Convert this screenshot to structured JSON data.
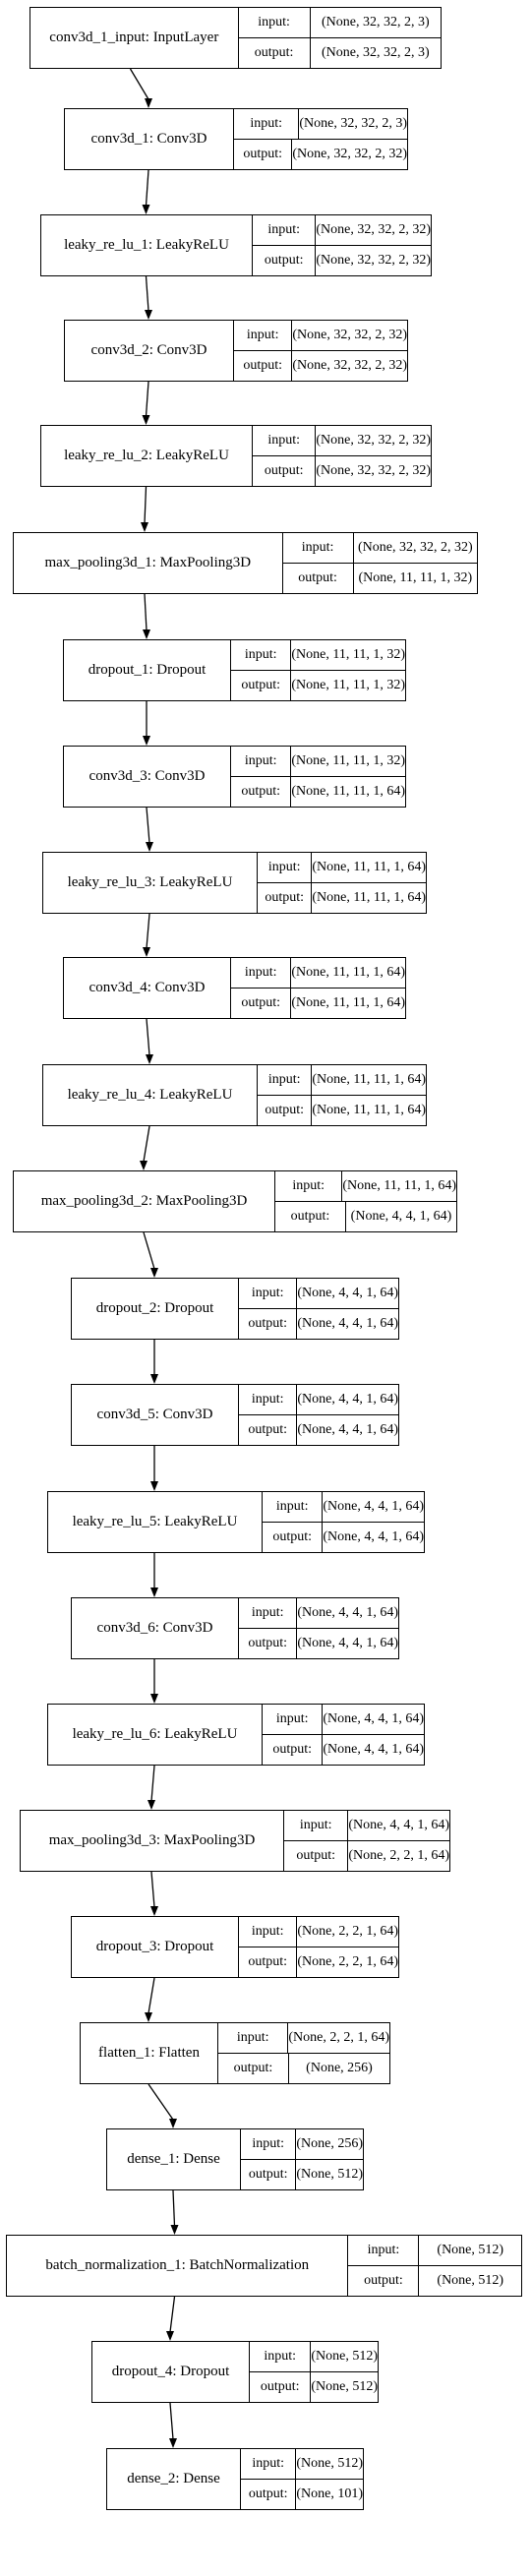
{
  "diagram": {
    "input_label": "input:",
    "output_label": "output:",
    "layers": [
      {
        "name": "conv3d_1_input: InputLayer",
        "input": "(None, 32, 32, 2, 3)",
        "output": "(None, 32, 32, 2, 3)"
      },
      {
        "name": "conv3d_1: Conv3D",
        "input": "(None, 32, 32, 2, 3)",
        "output": "(None, 32, 32, 2, 32)"
      },
      {
        "name": "leaky_re_lu_1: LeakyReLU",
        "input": "(None, 32, 32, 2, 32)",
        "output": "(None, 32, 32, 2, 32)"
      },
      {
        "name": "conv3d_2: Conv3D",
        "input": "(None, 32, 32, 2, 32)",
        "output": "(None, 32, 32, 2, 32)"
      },
      {
        "name": "leaky_re_lu_2: LeakyReLU",
        "input": "(None, 32, 32, 2, 32)",
        "output": "(None, 32, 32, 2, 32)"
      },
      {
        "name": "max_pooling3d_1: MaxPooling3D",
        "input": "(None, 32, 32, 2, 32)",
        "output": "(None, 11, 11, 1, 32)"
      },
      {
        "name": "dropout_1: Dropout",
        "input": "(None, 11, 11, 1, 32)",
        "output": "(None, 11, 11, 1, 32)"
      },
      {
        "name": "conv3d_3: Conv3D",
        "input": "(None, 11, 11, 1, 32)",
        "output": "(None, 11, 11, 1, 64)"
      },
      {
        "name": "leaky_re_lu_3: LeakyReLU",
        "input": "(None, 11, 11, 1, 64)",
        "output": "(None, 11, 11, 1, 64)"
      },
      {
        "name": "conv3d_4: Conv3D",
        "input": "(None, 11, 11, 1, 64)",
        "output": "(None, 11, 11, 1, 64)"
      },
      {
        "name": "leaky_re_lu_4: LeakyReLU",
        "input": "(None, 11, 11, 1, 64)",
        "output": "(None, 11, 11, 1, 64)"
      },
      {
        "name": "max_pooling3d_2: MaxPooling3D",
        "input": "(None, 11, 11, 1, 64)",
        "output": "(None, 4, 4, 1, 64)"
      },
      {
        "name": "dropout_2: Dropout",
        "input": "(None, 4, 4, 1, 64)",
        "output": "(None, 4, 4, 1, 64)"
      },
      {
        "name": "conv3d_5: Conv3D",
        "input": "(None, 4, 4, 1, 64)",
        "output": "(None, 4, 4, 1, 64)"
      },
      {
        "name": "leaky_re_lu_5: LeakyReLU",
        "input": "(None, 4, 4, 1, 64)",
        "output": "(None, 4, 4, 1, 64)"
      },
      {
        "name": "conv3d_6: Conv3D",
        "input": "(None, 4, 4, 1, 64)",
        "output": "(None, 4, 4, 1, 64)"
      },
      {
        "name": "leaky_re_lu_6: LeakyReLU",
        "input": "(None, 4, 4, 1, 64)",
        "output": "(None, 4, 4, 1, 64)"
      },
      {
        "name": "max_pooling3d_3: MaxPooling3D",
        "input": "(None, 4, 4, 1, 64)",
        "output": "(None, 2, 2, 1, 64)"
      },
      {
        "name": "dropout_3: Dropout",
        "input": "(None, 2, 2, 1, 64)",
        "output": "(None, 2, 2, 1, 64)"
      },
      {
        "name": "flatten_1: Flatten",
        "input": "(None, 2, 2, 1, 64)",
        "output": "(None, 256)"
      },
      {
        "name": "dense_1: Dense",
        "input": "(None, 256)",
        "output": "(None, 512)"
      },
      {
        "name": "batch_normalization_1: BatchNormalization",
        "input": "(None, 512)",
        "output": "(None, 512)"
      },
      {
        "name": "dropout_4: Dropout",
        "input": "(None, 512)",
        "output": "(None, 512)"
      },
      {
        "name": "dense_2: Dense",
        "input": "(None, 512)",
        "output": "(None, 101)"
      }
    ]
  }
}
